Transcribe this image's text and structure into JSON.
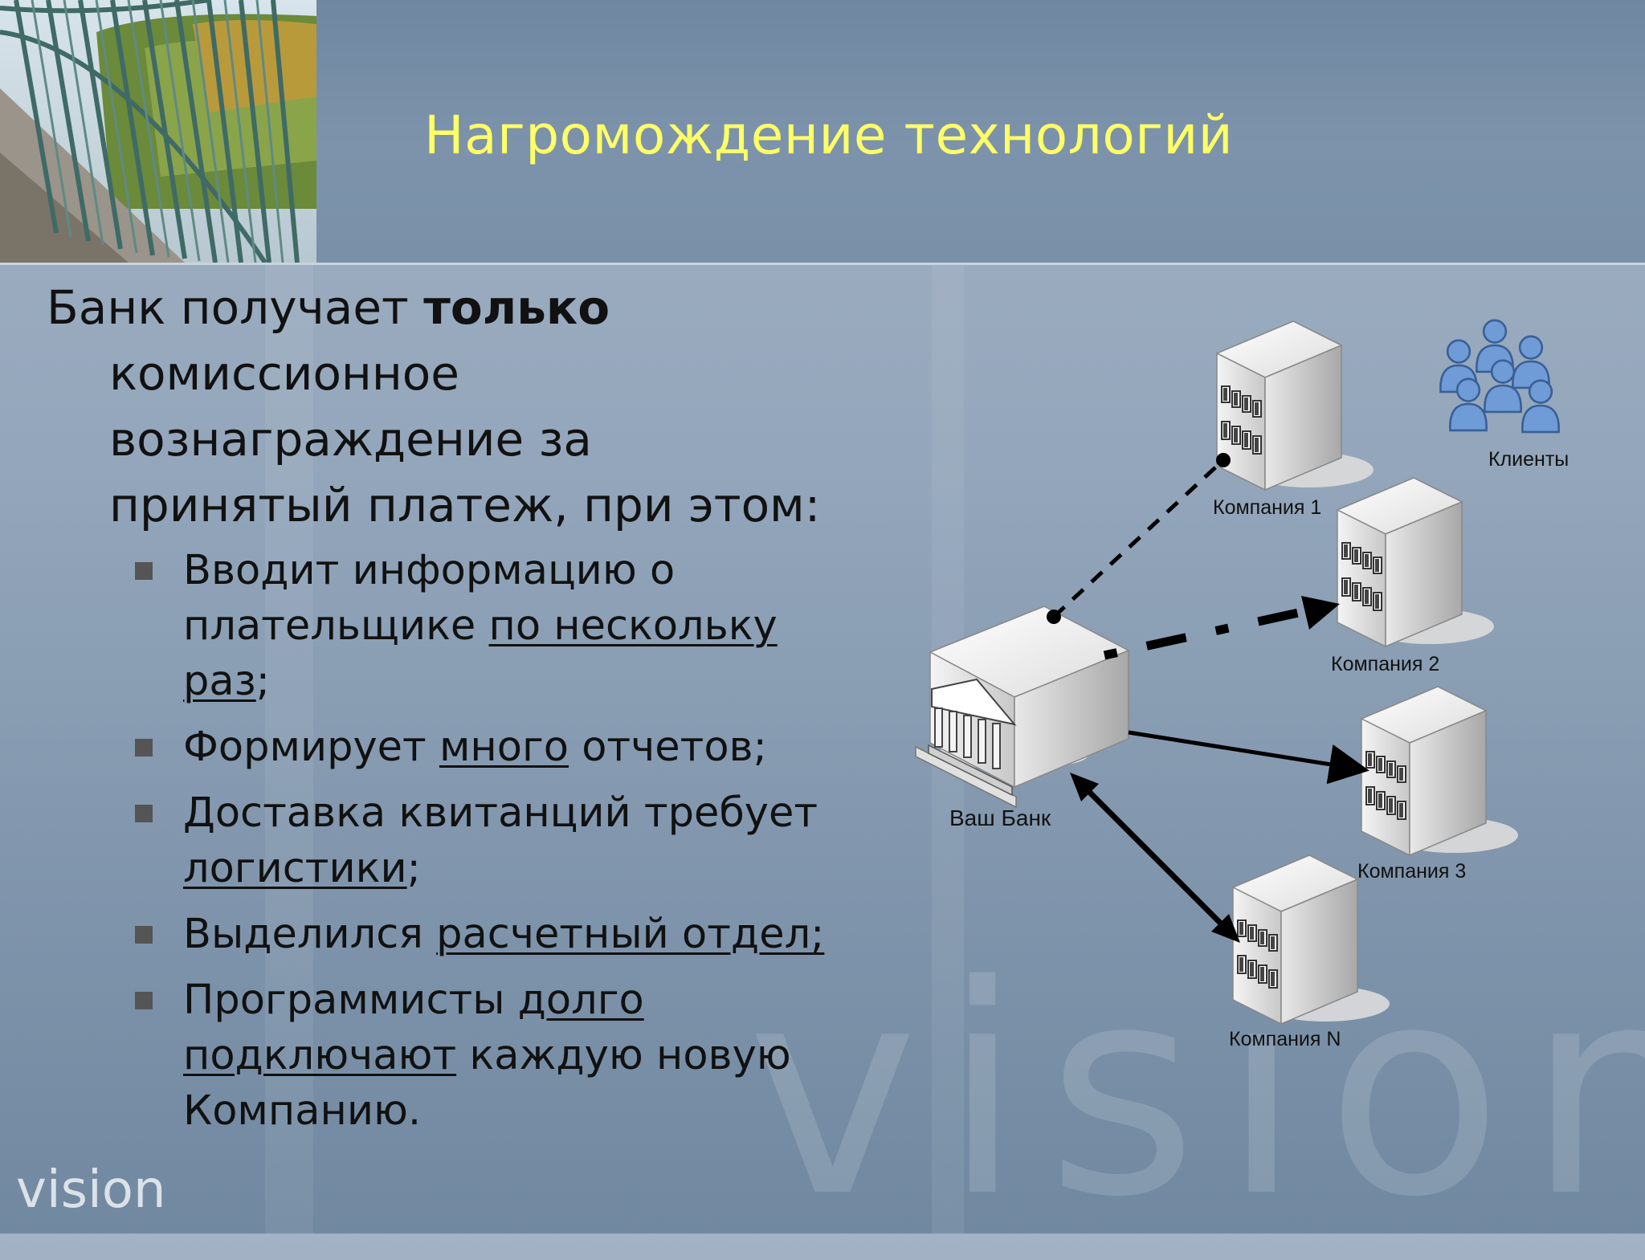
{
  "title": "Нагромождение технологий",
  "lead": {
    "prefix": "Банк получает ",
    "bold": "только",
    "suffix": " комиссионное вознаграждение за принятый платеж, при этом:"
  },
  "bullets": [
    {
      "t1": "Вводит информацию о плательщике ",
      "u": "по нескольку раз",
      "t2": ";"
    },
    {
      "t1": "Формирует ",
      "u": "много",
      "t2": " отчетов;"
    },
    {
      "t1": "Доставка квитанций требует ",
      "u": "логистики",
      "t2": ";"
    },
    {
      "t1": "Выделился ",
      "u": "расчетный отдел;",
      "t2": ""
    },
    {
      "t1": "Программисты ",
      "u": "долго подключают",
      "t2": " каждую новую Компанию."
    }
  ],
  "diagram": {
    "bank": "Ваш Банк",
    "company1": "Компания 1",
    "company2": "Компания 2",
    "company3": "Компания 3",
    "companyN": "Компания N",
    "clients": "Клиенты"
  },
  "watermark": {
    "big": "vision",
    "small": "vision"
  },
  "colors": {
    "title": "#ffff66",
    "background": "#8fa3b8",
    "text": "#111111"
  }
}
